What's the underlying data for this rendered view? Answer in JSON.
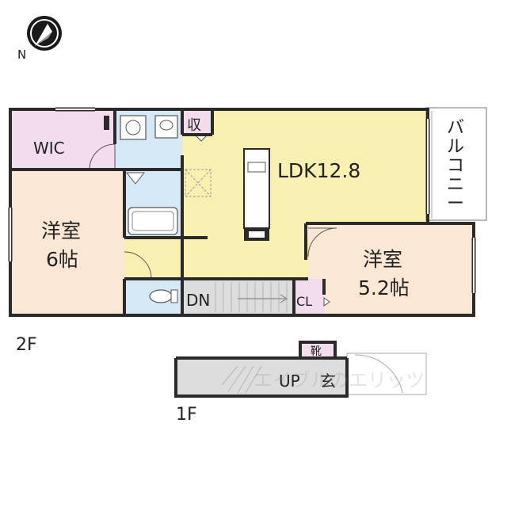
{
  "compass": {
    "north_label": "N",
    "icon": "north-arrow-icon"
  },
  "floors": {
    "upper": {
      "label": "2F"
    },
    "lower": {
      "label": "1F"
    }
  },
  "rooms": {
    "wic": {
      "label": "WIC",
      "color": "#f3dced"
    },
    "western_a": {
      "line1": "洋室",
      "line2": "6帖",
      "color": "#fbe8d4"
    },
    "storage": {
      "label": "収"
    },
    "ldk": {
      "label": "LDK12.8",
      "color": "#f8f0b0"
    },
    "balcony": {
      "label": "バルコニー"
    },
    "western_b": {
      "line1": "洋室",
      "line2": "5.2帖",
      "color": "#fbe8d4"
    },
    "stairs_down": {
      "label": "DN"
    },
    "closet": {
      "label": "CL"
    },
    "shoe": {
      "label": "靴"
    },
    "stairs_up": {
      "label": "UP"
    },
    "entrance": {
      "label": "玄"
    }
  },
  "watermark": {
    "text": "エイブルのエリッツ"
  },
  "colors": {
    "wet_area": "#d6e9f7",
    "stairs": "#dddddd",
    "wall": "#2a2a2a"
  }
}
